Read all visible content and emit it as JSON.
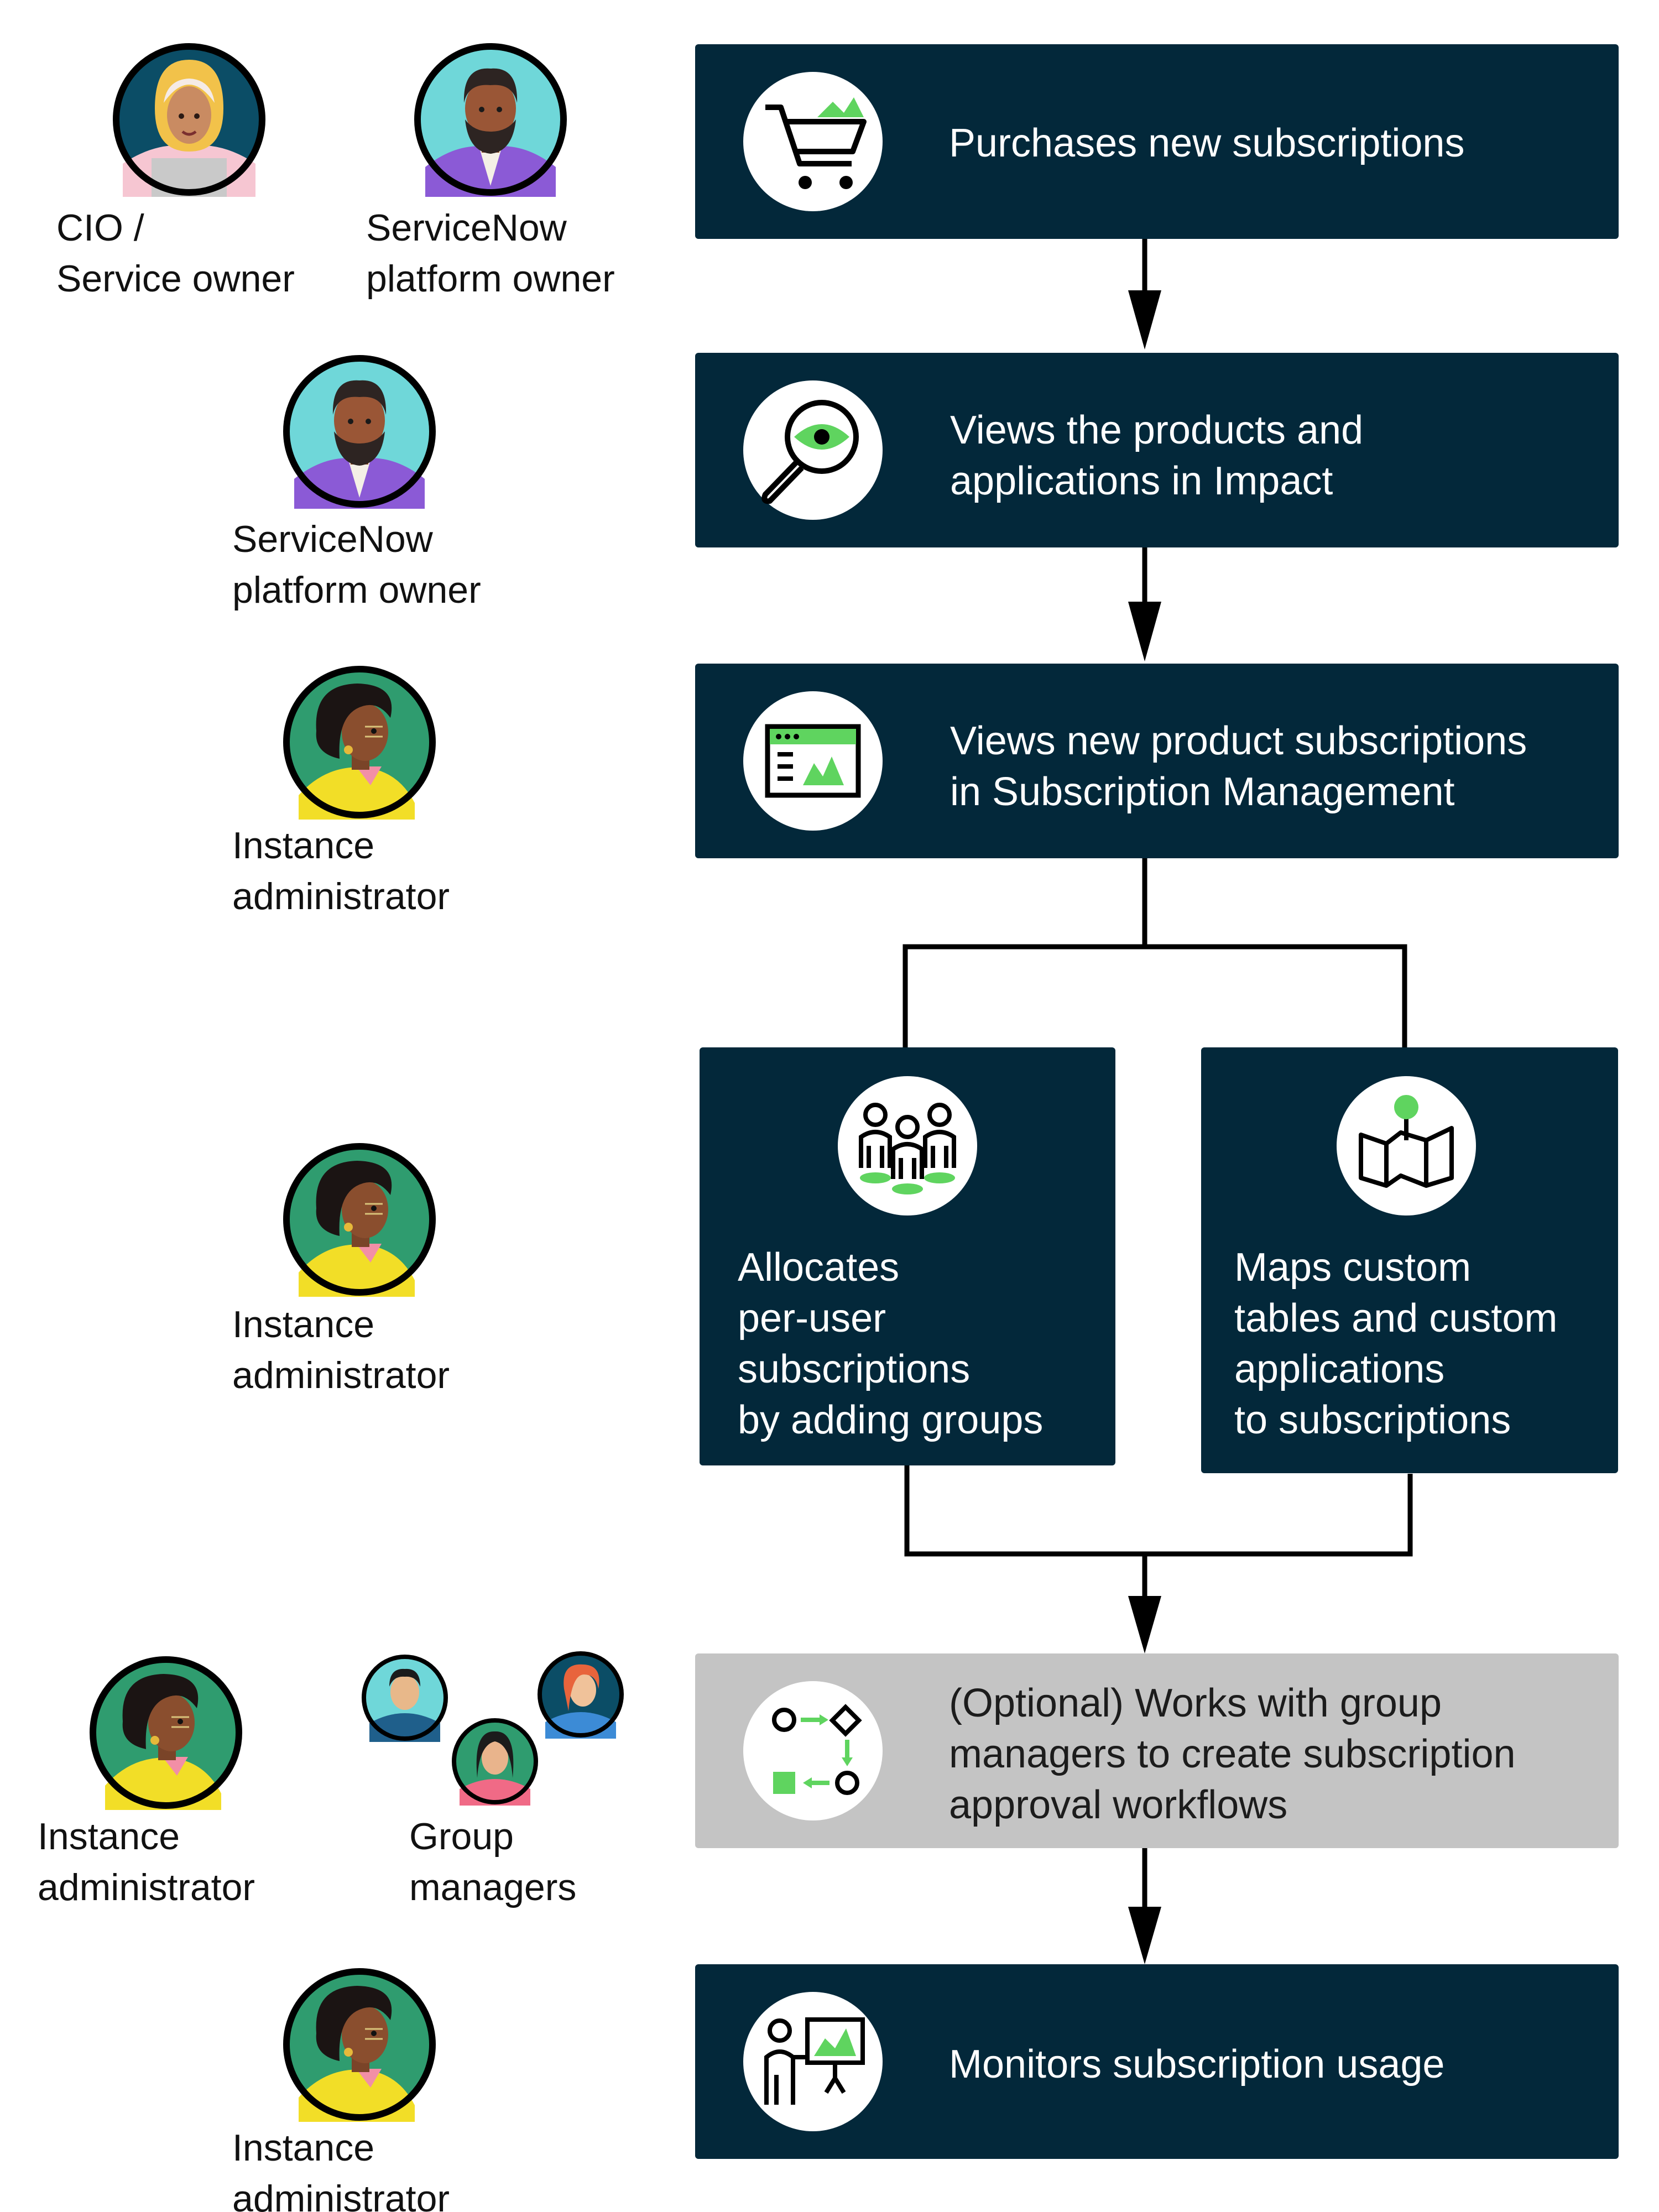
{
  "colors": {
    "step_fill": "#03283a",
    "optional_fill": "#c4c4c4",
    "accent_green": "#5fd45f",
    "connector": "#000000",
    "icon_circle": "#ffffff"
  },
  "steps": [
    {
      "id": "purchase",
      "label_lines": [
        "Purchases new subscriptions"
      ],
      "icon": "shopping-cart-icon"
    },
    {
      "id": "view-impact",
      "label_lines": [
        "Views the products and",
        "applications in Impact"
      ],
      "icon": "magnifier-eye-icon"
    },
    {
      "id": "view-subscriptions",
      "label_lines": [
        "Views new product subscriptions",
        "in Subscription Management"
      ],
      "icon": "dashboard-window-icon"
    },
    {
      "id": "allocate",
      "label_lines": [
        "Allocates",
        "per-user",
        "subscriptions",
        "by adding groups"
      ],
      "icon": "user-group-icon"
    },
    {
      "id": "map",
      "label_lines": [
        "Maps custom",
        "tables and custom",
        "applications",
        "to subscriptions"
      ],
      "icon": "map-pin-icon"
    },
    {
      "id": "workflows",
      "label_lines": [
        "(Optional) Works with group",
        "managers to create subscription",
        "approval workflows"
      ],
      "icon": "workflow-icon",
      "optional": true
    },
    {
      "id": "monitor",
      "label_lines": [
        "Monitors subscription usage"
      ],
      "icon": "presentation-chart-icon"
    }
  ],
  "personas": [
    {
      "id": "cio",
      "label_lines": [
        "CIO /",
        "Service owner"
      ],
      "avatar": "hijab-woman-avatar"
    },
    {
      "id": "platform-owner-1",
      "label_lines": [
        "ServiceNow",
        "platform owner"
      ],
      "avatar": "bearded-man-avatar"
    },
    {
      "id": "platform-owner-2",
      "label_lines": [
        "ServiceNow",
        "platform owner"
      ],
      "avatar": "bearded-man-avatar"
    },
    {
      "id": "instance-admin-1",
      "label_lines": [
        "Instance",
        "administrator"
      ],
      "avatar": "admin-woman-avatar"
    },
    {
      "id": "instance-admin-2",
      "label_lines": [
        "Instance",
        "administrator"
      ],
      "avatar": "admin-woman-avatar"
    },
    {
      "id": "instance-admin-3",
      "label_lines": [
        "Instance",
        "administrator"
      ],
      "avatar": "admin-woman-avatar"
    },
    {
      "id": "group-managers",
      "label_lines": [
        "Group",
        "managers"
      ],
      "avatar": "group-managers-avatars"
    },
    {
      "id": "instance-admin-4",
      "label_lines": [
        "Instance",
        "administrator"
      ],
      "avatar": "admin-woman-avatar"
    }
  ]
}
